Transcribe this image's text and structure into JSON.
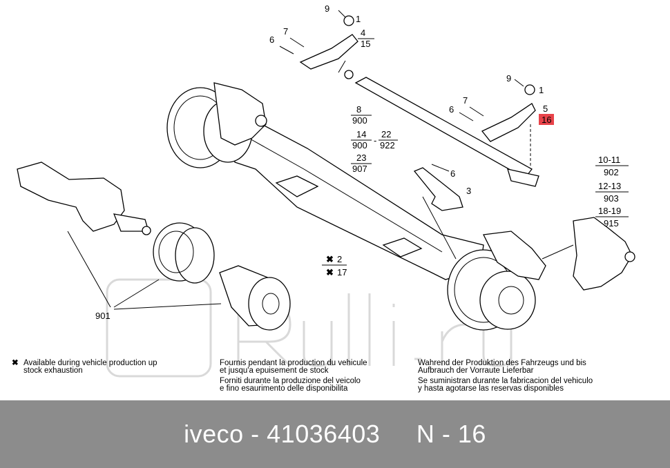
{
  "labels": {
    "top_9": "9",
    "top_1": "1",
    "top_7": "7",
    "top_6": "6",
    "top_4": "4",
    "top_15": "15",
    "mid_9": "9",
    "mid_1": "1",
    "mid_7": "7",
    "mid_6": "6",
    "mid_5": "5",
    "mid_16": "16",
    "l8": "8",
    "l900a": "900",
    "l14": "14",
    "l22": "22",
    "l900b": "900",
    "l922": "922",
    "l23": "23",
    "l907": "907",
    "dash": "-",
    "r6": "6",
    "r3": "3",
    "r10_11": "10-11",
    "r902": "902",
    "r12_13": "12-13",
    "r903": "903",
    "r18_19": "18-19",
    "r915": "915",
    "x2": "2",
    "x17": "17",
    "l901": "901"
  },
  "notes": {
    "en_1": "Available during vehicle production up",
    "en_2": "stock exhaustion",
    "fr_1": "Fournis pendant la production du vehicule",
    "fr_2": "et jusqu'a epuisement de stock",
    "it_1": "Forniti durante la produzione del veicolo",
    "it_2": "e fino esaurimento delle disponibilita",
    "de_1": "Wahrend der Produktion des Fahrzeugs und bis",
    "de_2": "Aufbrauch der Vorraute Lieferbar",
    "es_1": "Se suministran durante la fabricacion del vehiculo",
    "es_2": "y hasta agotarse las reservas disponibles"
  },
  "footer": {
    "text": "iveco - 41036403     N - 16"
  },
  "colors": {
    "highlight": "#e8434a",
    "footer_bg": "#8c8c8c"
  }
}
